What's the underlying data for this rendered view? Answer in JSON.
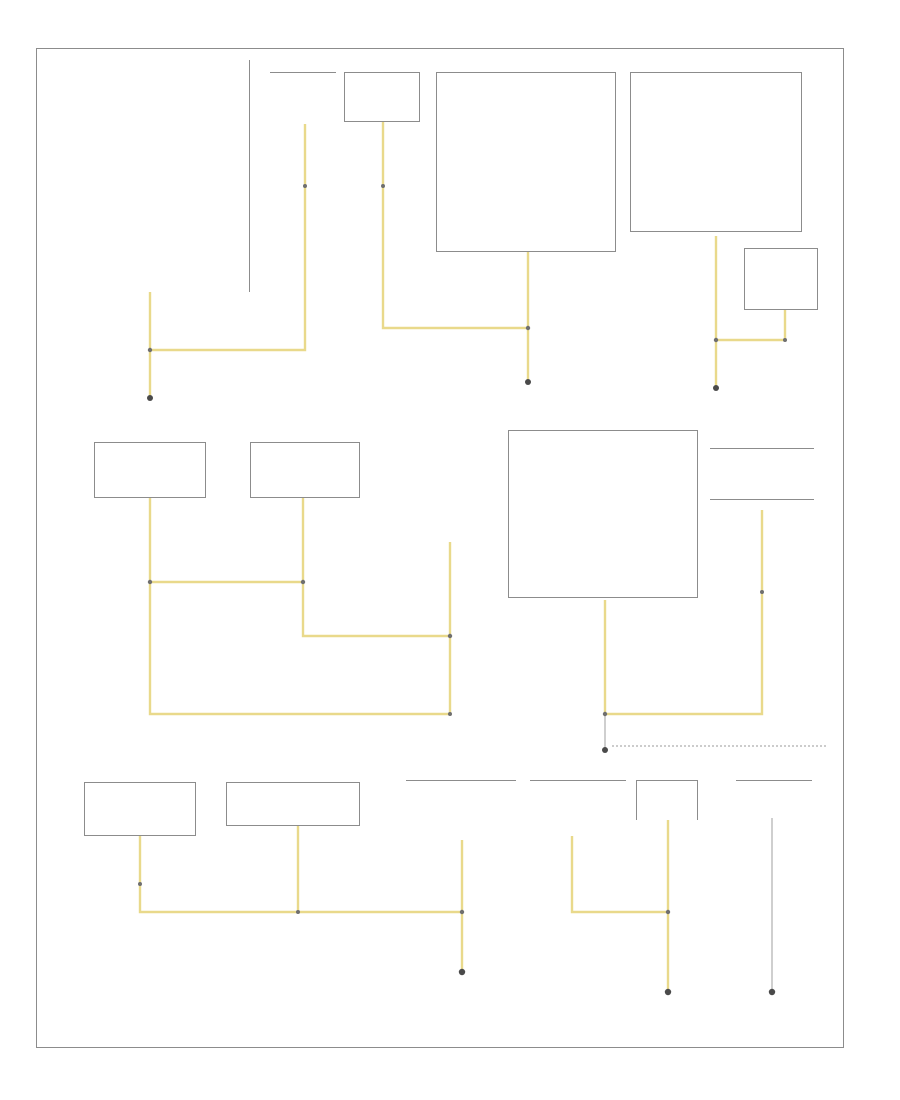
{
  "diagram": {
    "colors": {
      "wire_yellow": "#e9d98b",
      "wire_white": "#d0d0d0",
      "box_border": "#8c8c8c",
      "text": "#8a8a8a"
    },
    "footer": "",
    "components": [
      {
        "id": "c1",
        "text": ""
      },
      {
        "id": "c2",
        "text": ""
      },
      {
        "id": "c3",
        "text": ""
      },
      {
        "id": "c4",
        "text": ""
      },
      {
        "id": "c5",
        "text": ""
      },
      {
        "id": "c6",
        "text": ""
      },
      {
        "id": "c7",
        "text": ""
      },
      {
        "id": "c8",
        "text": ""
      },
      {
        "id": "c9",
        "text": ""
      },
      {
        "id": "c10",
        "text": ""
      },
      {
        "id": "c11",
        "text": ""
      },
      {
        "id": "c12",
        "text": ""
      },
      {
        "id": "c13",
        "text": ""
      },
      {
        "id": "c14",
        "text": ""
      },
      {
        "id": "c15",
        "text": ""
      },
      {
        "id": "c16",
        "text": ""
      },
      {
        "id": "c17",
        "text": ""
      },
      {
        "id": "c18",
        "text": ""
      }
    ],
    "ground_labels": [
      "",
      "",
      "",
      "",
      "",
      ""
    ]
  }
}
